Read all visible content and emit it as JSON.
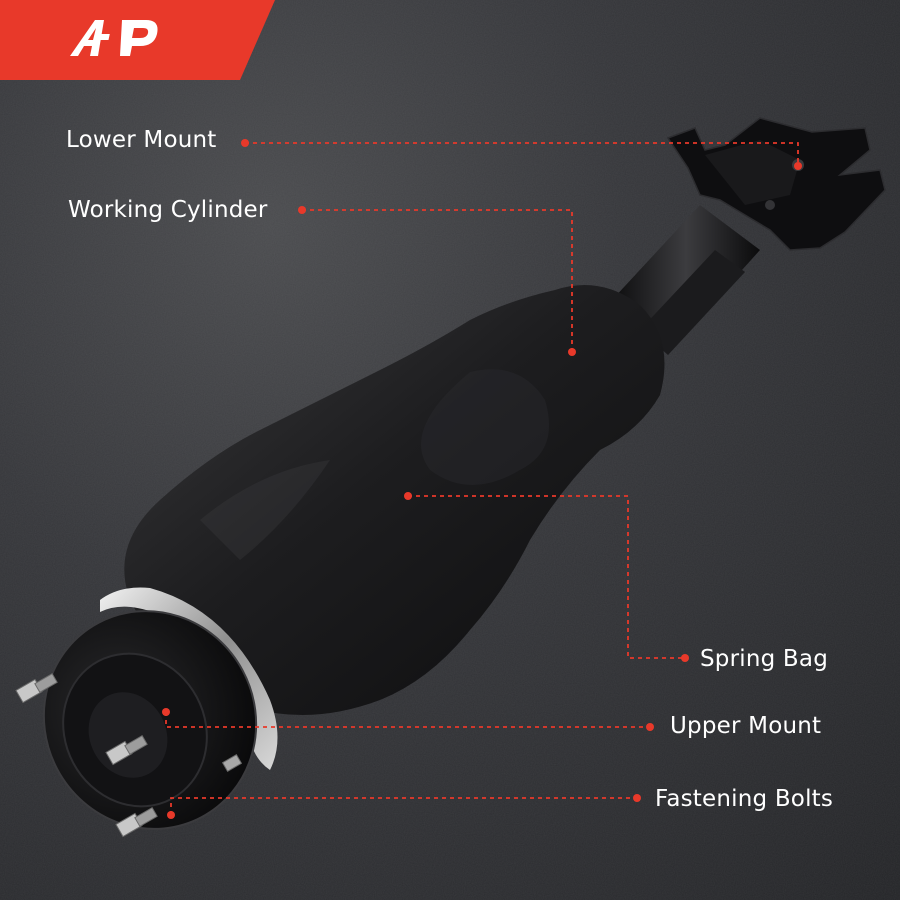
{
  "brand": {
    "logo_text": "A-P",
    "logo_icon": "brand-logo-icon",
    "accent_color": "#e8392a"
  },
  "product": {
    "name": "air-suspension-strut"
  },
  "callouts": {
    "lower_mount": "Lower Mount",
    "working_cylinder": "Working Cylinder",
    "spring_bag": "Spring Bag",
    "upper_mount": "Upper Mount",
    "fastening_bolts": "Fastening Bolts"
  },
  "colors": {
    "leader_line": "#e8392a",
    "text": "#ffffff",
    "background": "#2f3033"
  }
}
